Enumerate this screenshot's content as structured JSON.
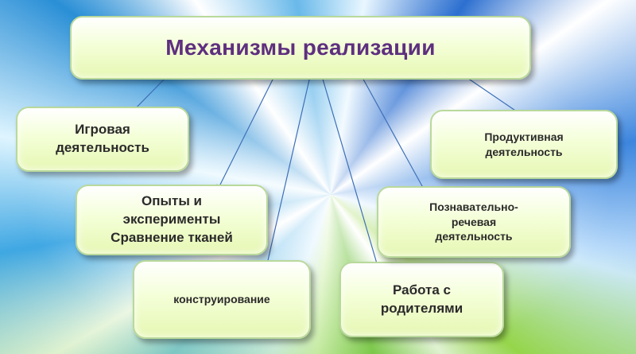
{
  "title": "Механизмы реализации",
  "nodes": [
    {
      "id": "b1",
      "label": "Игровая\nдеятельность"
    },
    {
      "id": "b2",
      "label": "Опыты и\nэксперименты\nСравнение тканей"
    },
    {
      "id": "b3",
      "label": "конструирование"
    },
    {
      "id": "b4",
      "label": "Работа с\nродителями"
    },
    {
      "id": "b5",
      "label": "Познавательно-\nречевая\nдеятельность"
    },
    {
      "id": "b6",
      "label": "Продуктивная\nдеятельность"
    }
  ],
  "colors": {
    "title_text": "#5e2f7f",
    "box_fill": "#f4ffd8",
    "box_border": "#b9d99b",
    "connector": "#3e6fb8"
  }
}
